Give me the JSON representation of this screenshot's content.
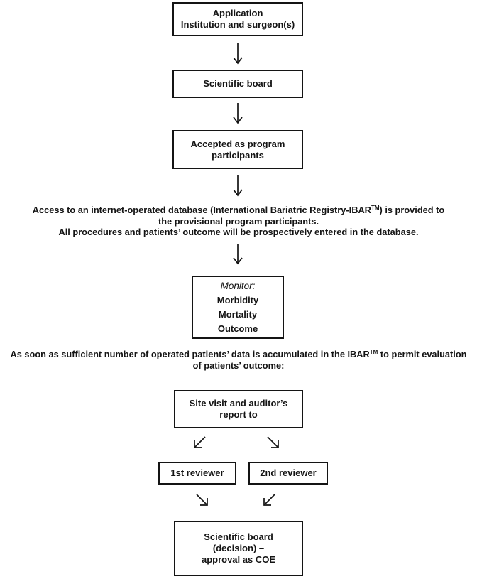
{
  "flowchart": {
    "colors": {
      "ink": "#141414",
      "background": "#ffffff",
      "border": "#141414"
    },
    "boxes": {
      "application": {
        "lines": [
          "Application",
          "Institution and surgeon(s)"
        ]
      },
      "scientific_board": {
        "label": "Scientific board"
      },
      "accepted": {
        "lines": [
          "Accepted as program",
          "participants"
        ]
      },
      "monitor": {
        "title": "Monitor:",
        "items": [
          "Morbidity",
          "Mortality",
          "Outcome"
        ]
      },
      "site_visit": {
        "lines": [
          "Site visit and auditor’s",
          "report to"
        ]
      },
      "reviewer_1": {
        "label": "1st reviewer"
      },
      "reviewer_2": {
        "label": "2nd reviewer"
      },
      "decision": {
        "lines": [
          "Scientific board",
          "(decision) –",
          "approval as COE"
        ]
      }
    },
    "paragraphs": {
      "database_access": {
        "line1_pre": "Access to an internet-operated database (International Bariatric Registry-IBAR",
        "line1_sup": "TM",
        "line1_post": ") is provided to",
        "line2": "the provisional program participants.",
        "line3": "All procedures and patients’ outcome will be prospectively entered in the database."
      },
      "evaluation": {
        "line1_pre": "As soon as sufficient number of operated patients’ data is accumulated in the IBAR",
        "line1_sup": "TM",
        "line1_post": " to permit evaluation",
        "line2": "of patients’ outcome:"
      }
    }
  }
}
